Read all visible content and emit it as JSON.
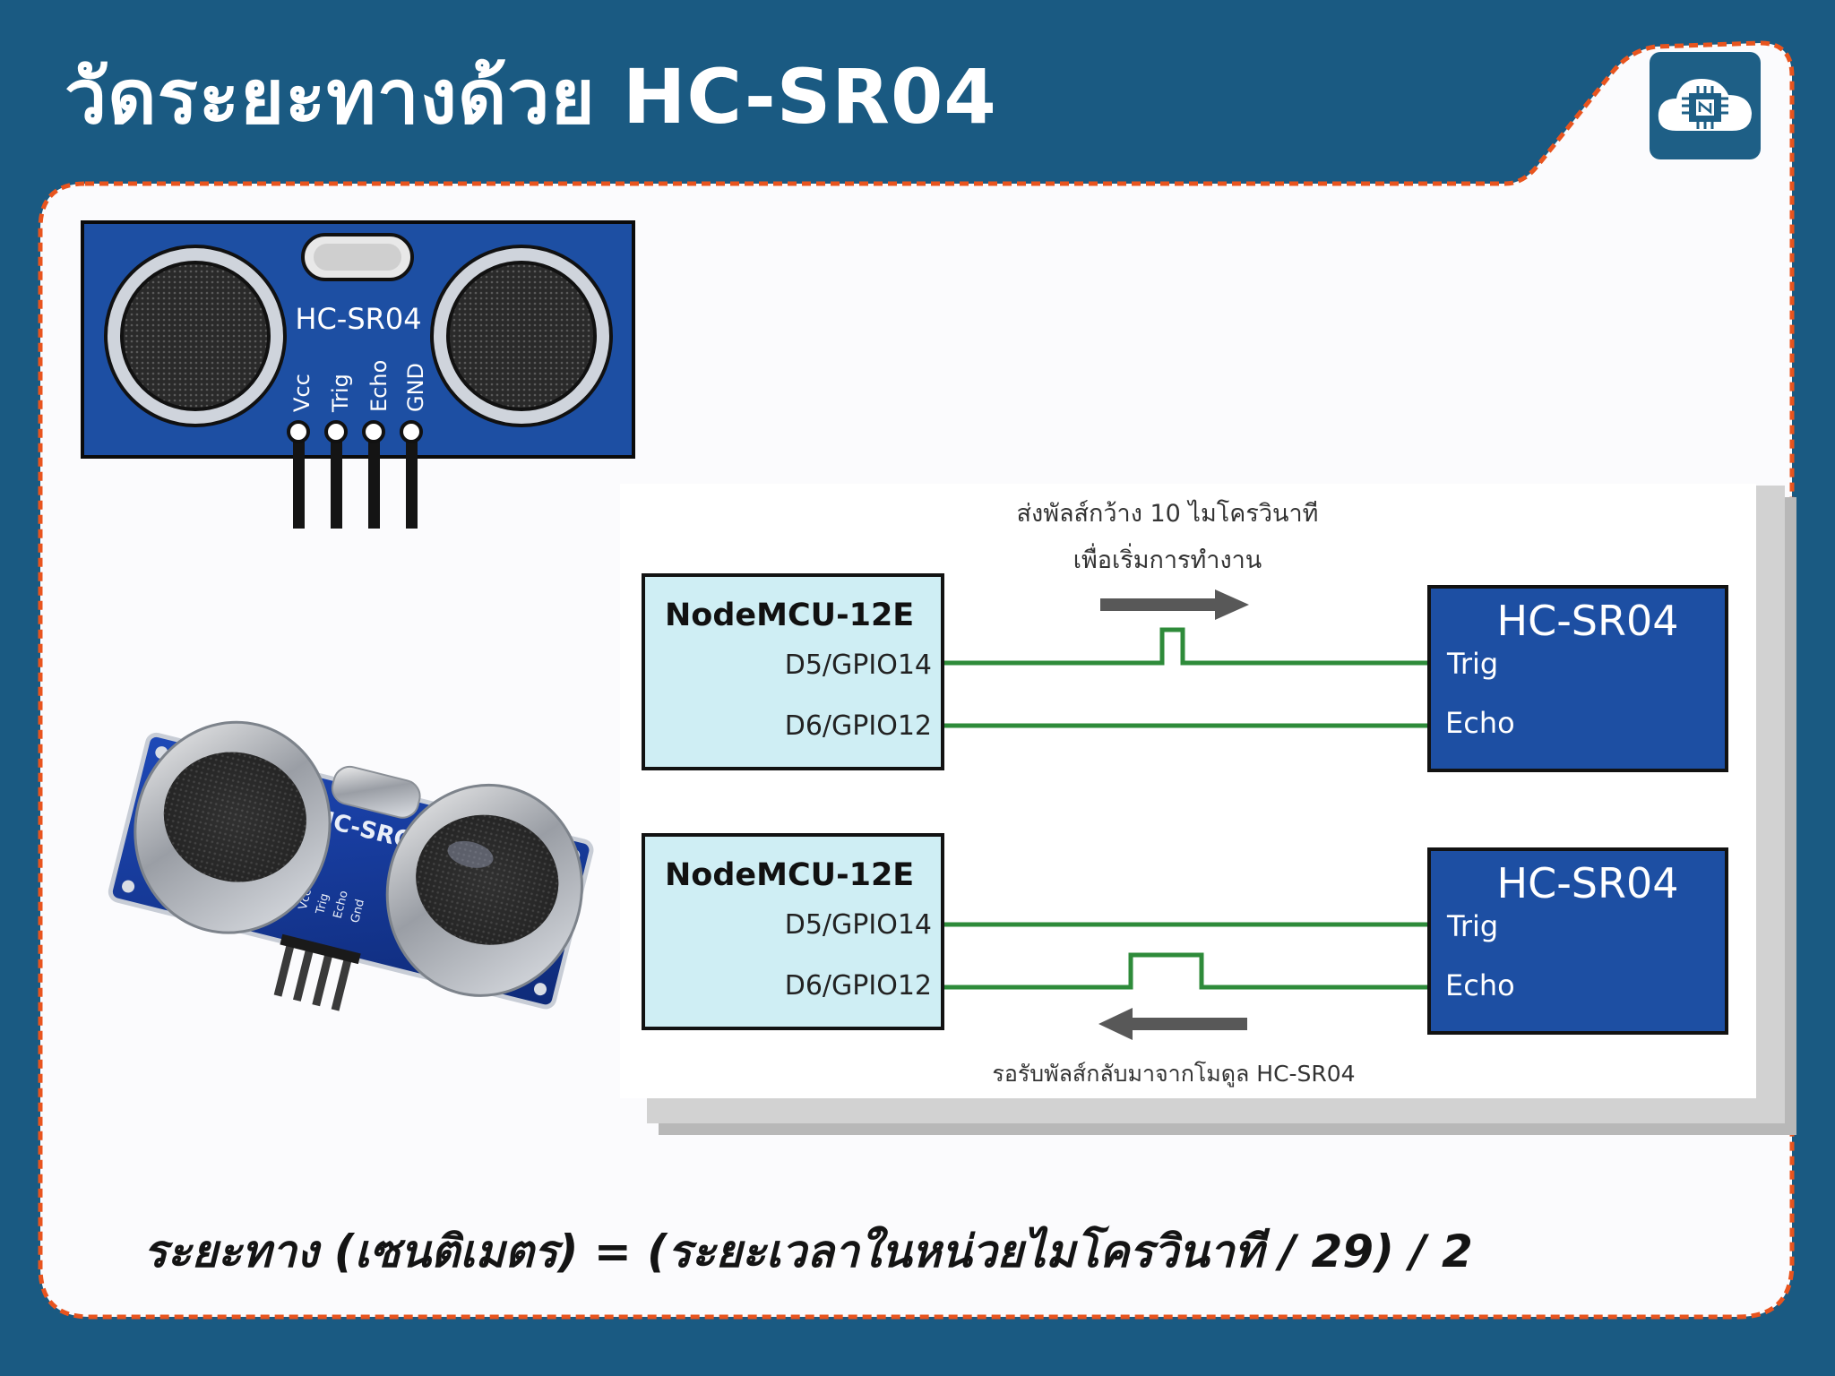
{
  "slide": {
    "title": "วัดระยะทางด้วย HC-SR04",
    "formula": "ระยะทาง (เซนติเมตร) = (ระยะเวลาในหน่วยไมโครวินาที / 29) / 2",
    "logo_icon": "chip-cloud-logo-icon"
  },
  "sensor_board": {
    "label": "HC-SR04",
    "pins": [
      "Vcc",
      "Trig",
      "Echo",
      "GND"
    ]
  },
  "sensor_photo": {
    "label": "HC-SRO",
    "pins": [
      "Vcc",
      "Trig",
      "Echo",
      "Gnd"
    ]
  },
  "timing_diagram": {
    "top": {
      "caption_line1": "ส่งพัลส์กว้าง 10 ไมโครวินาที",
      "caption_line2": "เพื่อเริ่มการทำงาน",
      "mcu_title": "NodeMCU-12E",
      "mcu_pin1": "D5/GPIO14",
      "mcu_pin2": "D6/GPIO12",
      "sensor_title": "HC-SR04",
      "sensor_pin1": "Trig",
      "sensor_pin2": "Echo"
    },
    "bottom": {
      "caption": "รอรับพัลส์กลับมาจากโมดูล HC-SR04",
      "mcu_title": "NodeMCU-12E",
      "mcu_pin1": "D5/GPIO14",
      "mcu_pin2": "D6/GPIO12",
      "sensor_title": "HC-SR04",
      "sensor_pin1": "Trig",
      "sensor_pin2": "Echo"
    }
  },
  "colors": {
    "background": "#1a5a82",
    "card": "#fbfbfd",
    "dashed_border": "#e8541e",
    "board_blue": "#1d4fa3",
    "mcu_box": "#cfeef4",
    "signal_line": "#2e8b3a"
  }
}
